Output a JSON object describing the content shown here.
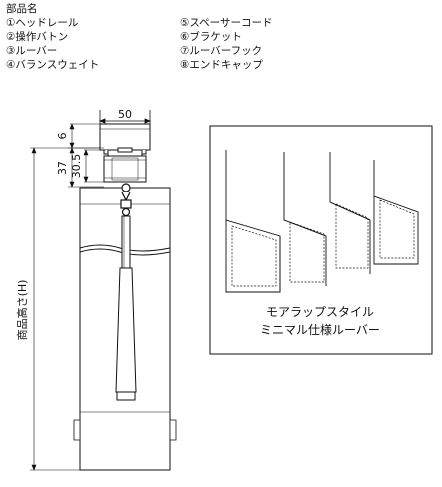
{
  "parts_list": {
    "title": "部品名",
    "items": [
      "①ヘッドレール",
      "②操作バトン",
      "③ルーバー",
      "④バランスウェイト",
      "⑤スペーサーコード",
      "⑥ブラケット",
      "⑦ルーバーフック",
      "⑧エンドキャップ"
    ]
  },
  "dimensions": {
    "width": "50",
    "top_gap": "6",
    "rail_height": "37",
    "bracket_height": "30.5",
    "product_height": "商品高さ(H)"
  },
  "inset": {
    "caption_line1": "モアラップスタイル",
    "caption_line2": "ミニマル仕様ルーバー"
  }
}
